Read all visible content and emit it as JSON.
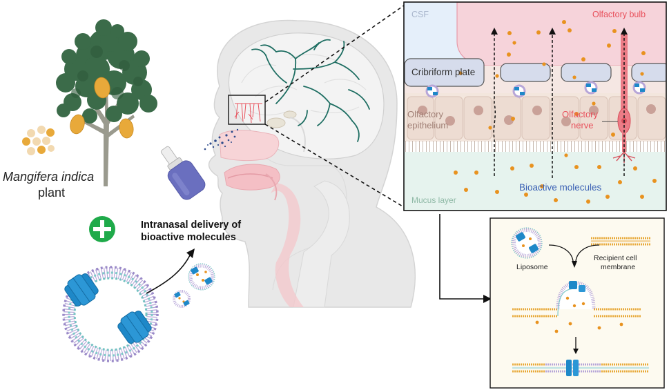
{
  "plant": {
    "name_italic": "Mangifera indica",
    "name_suffix": "plant"
  },
  "delivery": {
    "line1": "Intranasal delivery of",
    "line2": "bioactive molecules"
  },
  "zoom_panel": {
    "csf": "CSF",
    "olfactory_bulb": "Olfactory bulb",
    "cribriform_plate": "Cribriform plate",
    "olfactory_epithelium_1": "Olfactory",
    "olfactory_epithelium_2": "epithelium",
    "olfactory_nerve_1": "Olfactory",
    "olfactory_nerve_2": "nerve",
    "bioactive_molecules": "Bioactive molecules",
    "mucus_layer": "Mucus layer"
  },
  "fusion_panel": {
    "liposome": "Liposome",
    "recipient_1": "Recipient cell",
    "recipient_2": "membrane"
  },
  "colors": {
    "green_plus": "#1faa4a",
    "liposome_blue": "#1e88c8",
    "bulb_pink": "#f4c2cb",
    "nerve_red": "#e8505b",
    "molecule_orange": "#e8921f",
    "mucus": "#e6f3ee"
  }
}
